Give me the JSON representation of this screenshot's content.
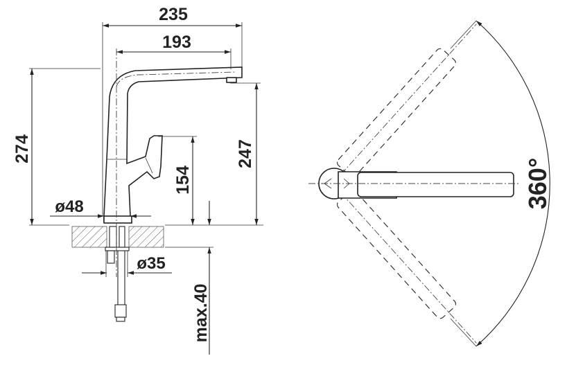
{
  "title": "Kitchen faucet dimension drawing",
  "side_view": {
    "width_total": "235",
    "spout_reach": "193",
    "height_total": "274",
    "spout_outlet_height": "247",
    "lever_height": "154",
    "base_diameter": "ø48",
    "shank_diameter": "ø35",
    "max_counter_thickness": "max.40"
  },
  "top_view": {
    "swivel_angle": "360°"
  },
  "colors": {
    "line": "#222222",
    "background": "#ffffff"
  }
}
